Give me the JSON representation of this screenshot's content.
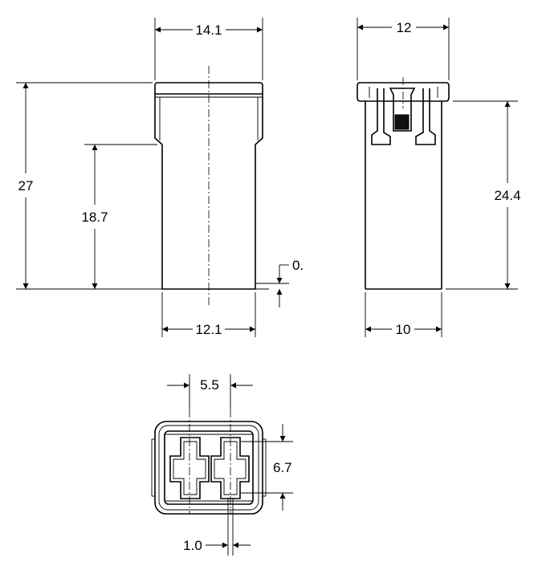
{
  "dimensions": {
    "front_width_top": "14.1",
    "side_width_top": "12",
    "overall_height": "27",
    "body_height": "18.7",
    "base_offset": "0.",
    "side_height": "24.4",
    "front_width_bottom": "12.1",
    "side_width_bottom": "10",
    "terminal_pitch": "5.5",
    "terminal_height": "6.7",
    "terminal_thickness": "1.0"
  }
}
